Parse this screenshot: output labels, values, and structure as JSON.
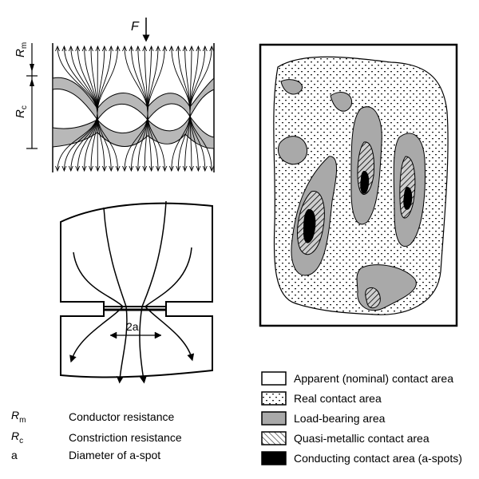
{
  "labels": {
    "force": "F",
    "rm_main": "R",
    "rm_sub": "m",
    "rc_main": "R",
    "rc_sub": "c",
    "two_a": "2a"
  },
  "legend": [
    {
      "label": "Apparent (nominal) contact area",
      "fill": "white"
    },
    {
      "label": "Real contact area",
      "fill": "dots"
    },
    {
      "label": "Load-bearing area",
      "fill": "gray"
    },
    {
      "label": "Quasi-metallic contact area",
      "fill": "hatch"
    },
    {
      "label": "Conducting contact area (a-spots)",
      "fill": "black"
    }
  ],
  "symbols": [
    {
      "main": "R",
      "sub": "m",
      "desc": "Conductor resistance"
    },
    {
      "main": "R",
      "sub": "c",
      "desc": "Constriction resistance"
    },
    {
      "main": "a",
      "sub": "",
      "desc": "Diameter of a-spot"
    }
  ],
  "colors": {
    "gray": "#a9a9a9",
    "black": "#000000",
    "white": "#ffffff"
  }
}
